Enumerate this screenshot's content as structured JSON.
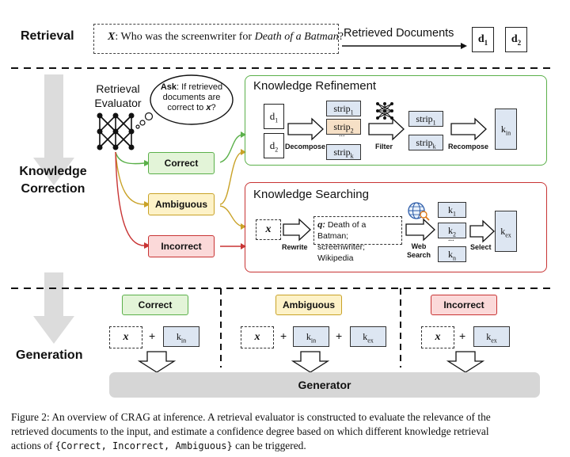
{
  "stages": {
    "retrieval": "Retrieval",
    "knowledge_correction": [
      "Knowledge",
      "Correction"
    ],
    "generation": "Generation"
  },
  "query": {
    "var": "X",
    "text_prefix": ": Who was the screenwriter for ",
    "title": "Death of a Batman",
    "suffix": "?"
  },
  "retrieved": {
    "label": "Retrieved Documents",
    "docs": [
      "d",
      "d"
    ],
    "subs": [
      "1",
      "2"
    ]
  },
  "evaluator": {
    "label_lines": [
      "Retrieval",
      "Evaluator"
    ],
    "ask_prefix": "Ask",
    "ask_lines": [
      ": If retrieved",
      "documents are",
      "correct to "
    ],
    "ask_var": "x",
    "ask_end": "?"
  },
  "actions": {
    "correct": "Correct",
    "ambiguous": "Ambiguous",
    "incorrect": "Incorrect"
  },
  "refinement": {
    "title": "Knowledge Refinement",
    "docs": [
      "d",
      "d"
    ],
    "doc_subs": [
      "1",
      "2"
    ],
    "strips": [
      "strip",
      "strip",
      "strip"
    ],
    "strip_subs": [
      "1",
      "2",
      "k"
    ],
    "ellipsis": "...",
    "filtered": [
      "strip",
      "strip"
    ],
    "filtered_subs": [
      "1",
      "k"
    ],
    "decompose": "Decompose",
    "filter": "Filter",
    "recompose": "Recompose",
    "k": "k",
    "k_sub": "in"
  },
  "searching": {
    "title": "Knowledge Searching",
    "x": "x",
    "rewrite": "Rewrite",
    "q_label": "q:",
    "q_lines": [
      " Death of a Batman;",
      "screenwriter; Wikipedia"
    ],
    "web_search": [
      "Web",
      "Search"
    ],
    "results": [
      "k",
      "k",
      "k"
    ],
    "result_subs": [
      "1",
      "2",
      "n"
    ],
    "ellipsis": "...",
    "select": "Select",
    "k": "k",
    "k_sub": "ex"
  },
  "generation": {
    "columns": [
      {
        "action": "Correct",
        "x": "x",
        "plus": "+",
        "k": [
          {
            "t": "k",
            "s": "in"
          }
        ]
      },
      {
        "action": "Ambiguous",
        "x": "x",
        "plus": "+",
        "k": [
          {
            "t": "k",
            "s": "in"
          },
          {
            "t": "k",
            "s": "ex"
          }
        ]
      },
      {
        "action": "Incorrect",
        "x": "x",
        "plus": "+",
        "k": [
          {
            "t": "k",
            "s": "ex"
          }
        ]
      }
    ],
    "generator": "Generator"
  },
  "caption": {
    "line1": "Figure 2: An overview of CRAG at inference. A retrieval evaluator is constructed to evaluate the relevance of the",
    "line2": "retrieved documents to the input, and estimate a confidence degree based on which different knowledge retrieval",
    "line3_prefix": "actions of ",
    "line3_code": "{Correct, Incorrect, Ambiguous}",
    "line3_suffix": " can be triggered."
  },
  "colors": {
    "correct_bg": "#e3f4d8",
    "correct_border": "#5bb04a",
    "ambiguous_bg": "#fdf2c8",
    "ambiguous_border": "#c9a227",
    "incorrect_bg": "#fbd9d9",
    "incorrect_border": "#c83434",
    "strip_bg": "#dde6f2",
    "highlight_strip": "#f6e0c6",
    "generator_bg": "#d6d6d6",
    "gray_arrow": "#dcdcdc"
  }
}
